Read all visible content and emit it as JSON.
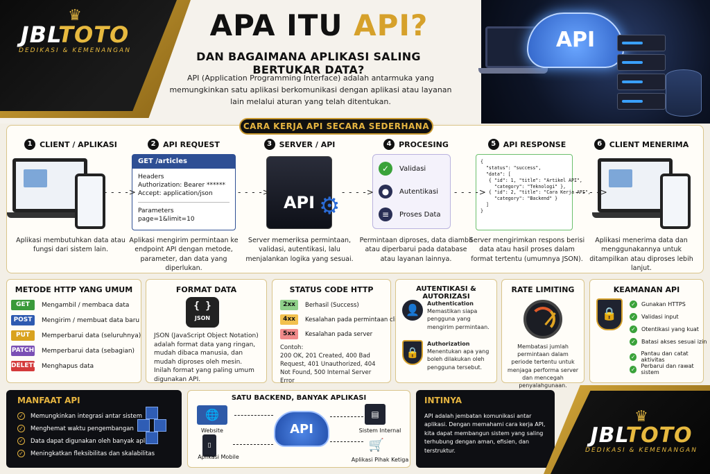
{
  "brand": {
    "name_a": "JBL",
    "name_b": "TOTO",
    "tagline": "DEDIKASI & KEMENANGAN"
  },
  "header": {
    "title_a": "APA ITU ",
    "title_b": "API?",
    "subtitle": "DAN BAGAIMANA APLIKASI SALING BERTUKAR DATA?",
    "intro": "API (Application Programming Interface) adalah antarmuka yang memungkinkan satu aplikasi berkomunikasi dengan aplikasi atau layanan lain melalui aturan yang telah ditentukan.",
    "cloud_label": "API"
  },
  "process": {
    "banner": "CARA KERJA API SECARA SEDERHANA",
    "arrow": "- - - ->",
    "steps": [
      {
        "num": "1",
        "title": "CLIENT / APLIKASI",
        "desc": "Aplikasi membutuhkan data atau fungsi dari sistem lain."
      },
      {
        "num": "2",
        "title": "API REQUEST",
        "desc": "Aplikasi mengirim permintaan ke endpoint API dengan metode, parameter, dan data yang diperlukan."
      },
      {
        "num": "3",
        "title": "SERVER / API",
        "desc": "Server memeriksa permintaan, validasi, autentikasi, lalu menjalankan logika yang sesuai."
      },
      {
        "num": "4",
        "title": "PROCESING",
        "desc": "Permintaan diproses, data diambil atau diperbarui pada database atau layanan lainnya."
      },
      {
        "num": "5",
        "title": "API RESPONSE",
        "desc": "Server mengirimkan respons berisi data atau hasil proses dalam format tertentu (umumnya JSON)."
      },
      {
        "num": "6",
        "title": "CLIENT MENERIMA",
        "desc": "Aplikasi menerima data dan menggunakannya untuk ditampilkan atau diproses lebih lanjut."
      }
    ],
    "request": {
      "endpoint": "GET /articles",
      "headers_label": "Headers",
      "auth": "Authorization: Bearer ******",
      "accept": "Accept: application/json",
      "params_label": "Parameters",
      "params": "page=1&limit=10"
    },
    "server_label": "API",
    "processing": {
      "items": [
        "Validasi",
        "Autentikasi",
        "Proses Data"
      ]
    },
    "response_json": "{\n  \"status\": \"success\",\n  \"data\": [\n   { \"id\": 1, \"title\": \"Artikel API\",\n     \"category\": \"Teknologi\" },\n   { \"id\": 2, \"title\": \"Cara Kerja API\",\n     \"category\": \"Backend\" }\n  ]\n}"
  },
  "methods": {
    "title": "METODE HTTP YANG UMUM",
    "items": [
      {
        "method": "GET",
        "desc": "Mengambil / membaca data",
        "color": "#3a9a3a"
      },
      {
        "method": "POST",
        "desc": "Mengirim / membuat data baru",
        "color": "#2e5ab0"
      },
      {
        "method": "PUT",
        "desc": "Memperbarui data (seluruhnya)",
        "color": "#d9a21e"
      },
      {
        "method": "PATCH",
        "desc": "Memperbarui data (sebagian)",
        "color": "#7a4fb5"
      },
      {
        "method": "DELETE",
        "desc": "Menghapus data",
        "color": "#d43a3a"
      }
    ]
  },
  "format": {
    "title": "FORMAT DATA",
    "icon_code": "{ }",
    "icon_label": "JSON",
    "text": "JSON (JavaScript Object Notation) adalah format data yang ringan, mudah dibaca manusia, dan mudah diproses oleh mesin. Inilah format yang paling umum digunakan API."
  },
  "status": {
    "title": "STATUS CODE HTTP",
    "items": [
      {
        "code": "2xx",
        "desc": "Berhasil (Success)",
        "color": "#8fd08a"
      },
      {
        "code": "4xx",
        "desc": "Kesalahan pada permintaan client",
        "color": "#f2c14e"
      },
      {
        "code": "5xx",
        "desc": "Kesalahan pada server",
        "color": "#f08a8a"
      }
    ],
    "example_label": "Contoh:",
    "example": "200 OK, 201 Created, 400 Bad Request, 401 Unauthorized, 404 Not Found, 500 Internal Server Error"
  },
  "auth": {
    "title": "AUTENTIKASI & AUTORIZASI",
    "authn_title": "Authentication",
    "authn_desc": "Memastikan siapa pengguna yang mengirim permintaan.",
    "authz_title": "Authorization",
    "authz_desc": "Menentukan apa yang boleh dilakukan oleh pengguna tersebut."
  },
  "rate": {
    "title": "RATE LIMITING",
    "text": "Membatasi jumlah permintaan dalam periode tertentu untuk menjaga performa server dan mencegah penyalahgunaan."
  },
  "security": {
    "title": "KEAMANAN API",
    "items": [
      "Gunakan HTTPS",
      "Validasi input",
      "Otentikasi yang kuat",
      "Batasi akses sesuai izin",
      "Pantau dan catat aktivitas",
      "Perbarui dan rawat sistem"
    ]
  },
  "benefits": {
    "title": "MANFAAT API",
    "items": [
      "Memungkinkan integrasi antar sistem",
      "Menghemat waktu pengembangan",
      "Data dapat digunakan oleh banyak aplikasi",
      "Meningkatkan fleksibilitas dan skalabilitas"
    ]
  },
  "backend": {
    "title": "SATU BACKEND, BANYAK APLIKASI",
    "website": "Website",
    "mobile": "Aplikasi Mobile",
    "cloud": "API",
    "internal": "Sistem Internal",
    "third": "Aplikasi Pihak Ketiga"
  },
  "summary": {
    "title": "INTINYA",
    "text": "API adalah jembatan komunikasi antar aplikasi. Dengan memahami cara kerja API, kita dapat membangun sistem yang saling terhubung dengan aman, efisien, dan terstruktur."
  }
}
